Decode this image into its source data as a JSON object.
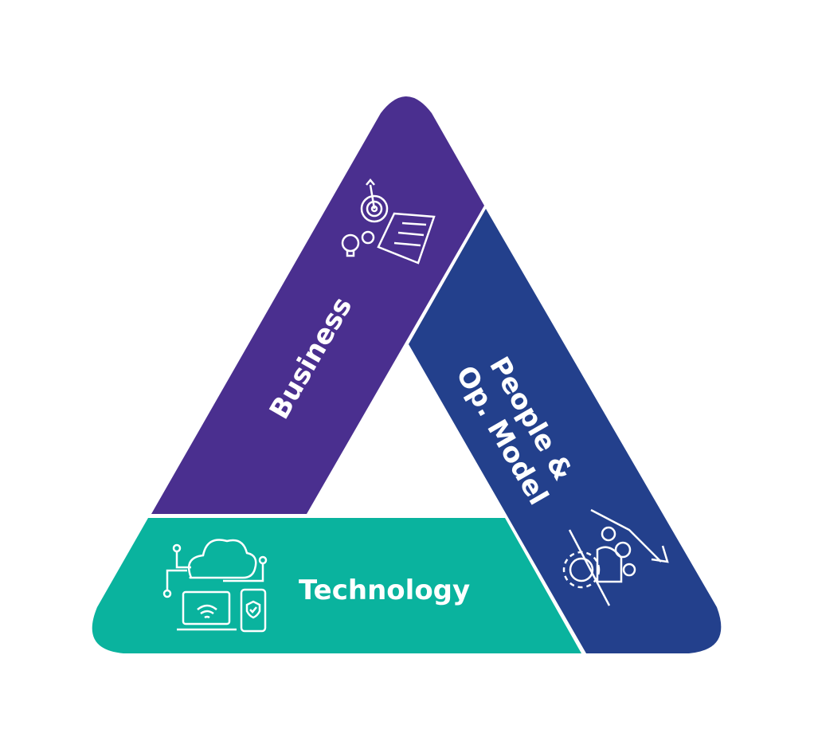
{
  "diagram": {
    "segments": [
      {
        "label": "Business",
        "color": "#4A2F8F",
        "icon": "target-chart-idea-icon"
      },
      {
        "label_line1": "People &",
        "label_line2": "Op. Model",
        "color": "#23408C",
        "icon": "team-gear-arrow-icon"
      },
      {
        "label": "Technology",
        "color": "#0AB39E",
        "icon": "cloud-devices-icon"
      }
    ]
  }
}
